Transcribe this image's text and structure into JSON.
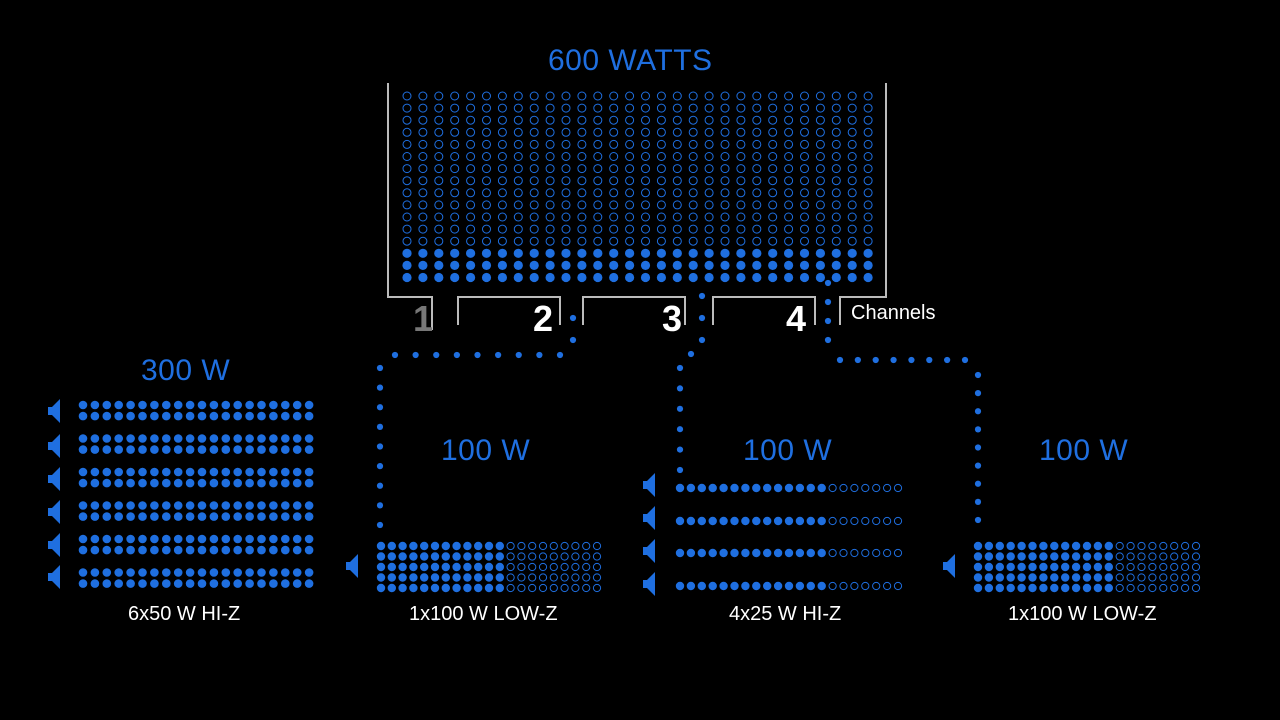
{
  "colors": {
    "accent": "#1f6fe0",
    "background": "#000000",
    "text": "#ffffff",
    "channel_1": "#777777"
  },
  "amplifier": {
    "total_label": "600 WATTS",
    "channels_label": "Channels"
  },
  "channels": [
    {
      "number": "1",
      "power_label": "300 W",
      "config": "6x50 W HI-Z",
      "used_fraction": 1.0
    },
    {
      "number": "2",
      "power_label": "100 W",
      "config": "1x100 W LOW-Z",
      "used_fraction": 0.6
    },
    {
      "number": "3",
      "power_label": "100 W",
      "config": "4x25 W HI-Z",
      "used_fraction": 0.66
    },
    {
      "number": "4",
      "power_label": "100 W",
      "config": "1x100 W LOW-Z",
      "used_fraction": 0.6
    }
  ],
  "icons": [
    "speaker-icon"
  ]
}
